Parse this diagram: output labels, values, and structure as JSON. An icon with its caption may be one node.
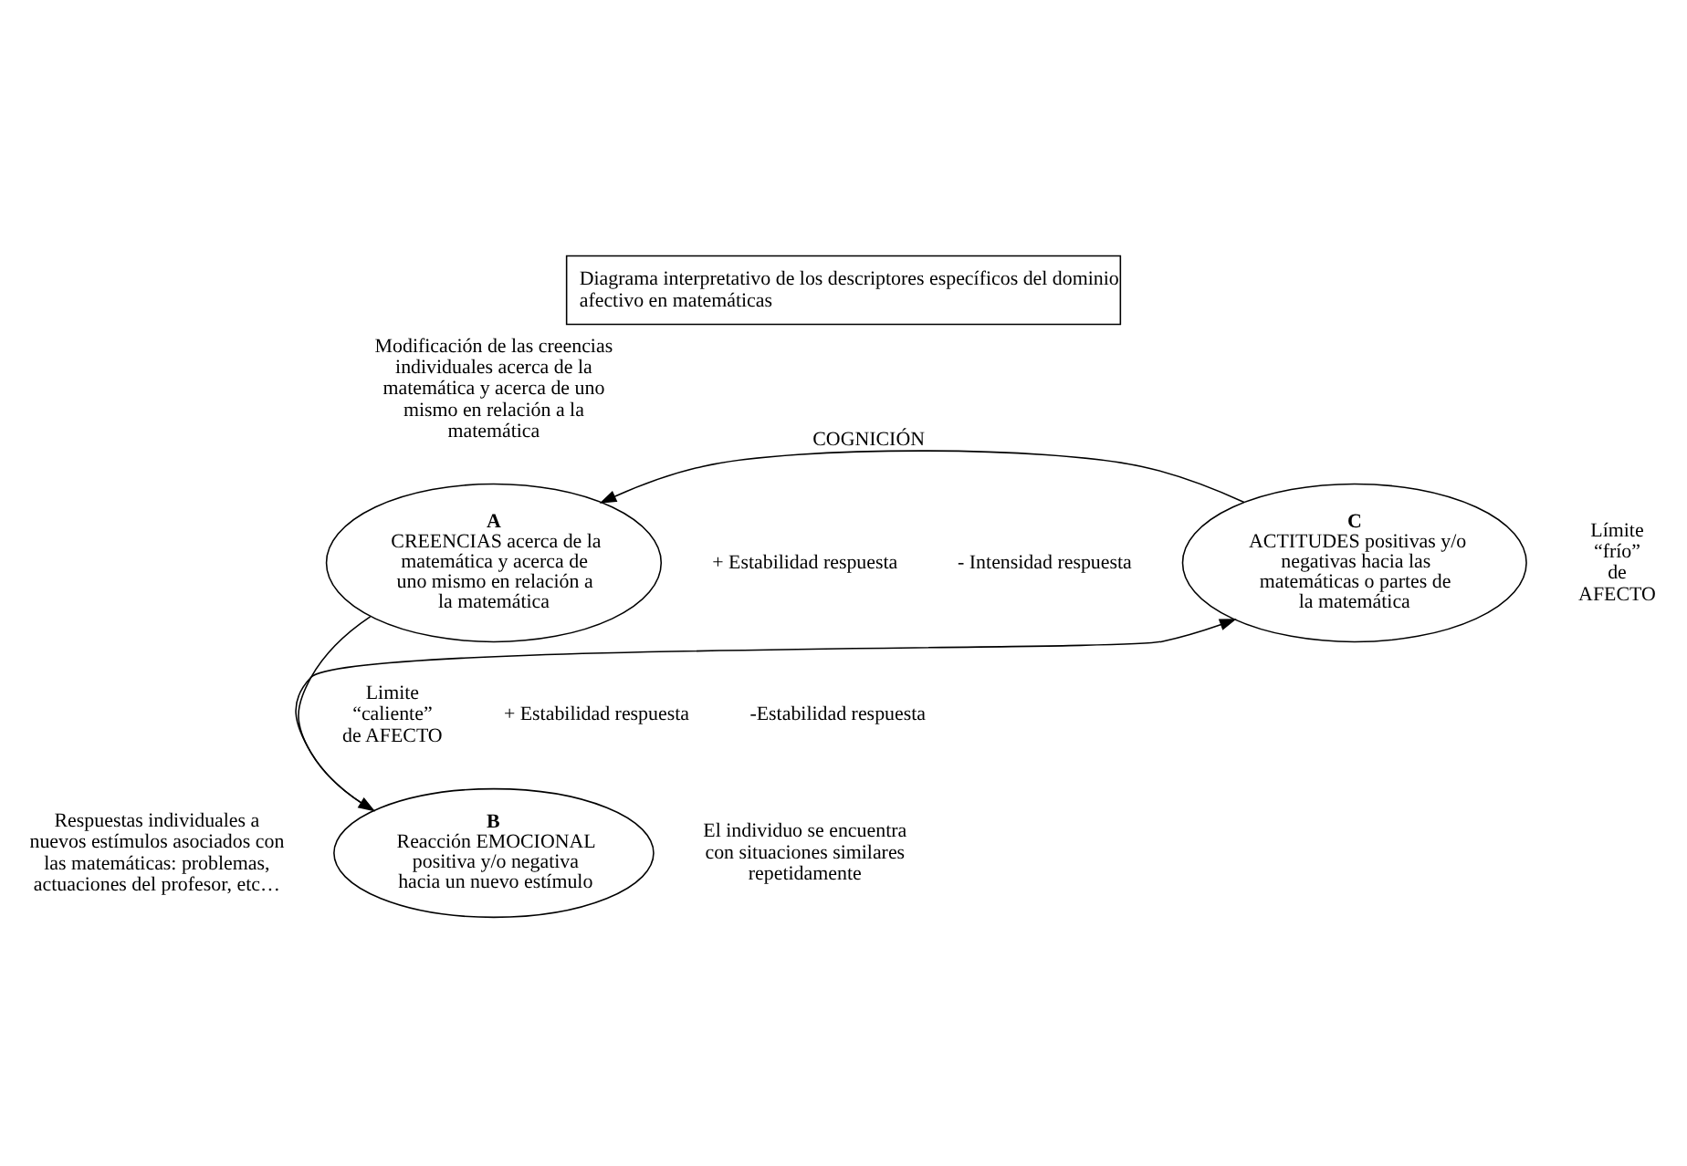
{
  "diagram": {
    "title": "Diagrama interpretativo de los descriptores específicos del dominio afectivo en matemáticas",
    "nodes": [
      {
        "text": [
          "A",
          "CREENCIAS acerca de la matemática y acerca de uno mismo en relación a la matemática"
        ]
      },
      {
        "text": [
          "C",
          "ACTITUDES positivas y/o negativas hacia las matemáticas o partes de la matemática"
        ]
      },
      {
        "text": [
          "B",
          "Reacción EMOCIONAL positiva y/o negativa hacia un nuevo estímulo"
        ]
      }
    ],
    "edges": [
      {
        "from": 1,
        "to": 0,
        "arrow": "to",
        "label": "COGNICIÓN"
      },
      {
        "from": 0,
        "to": 2,
        "arrow": "to"
      },
      {
        "from": 2,
        "to": 1,
        "arrow": "to"
      }
    ],
    "labels": [
      "Modificación de las creencias individuales acerca de la matemática y acerca de uno mismo en relación a la matemática",
      "+ Estabilidad respuesta",
      "- Intensidad respuesta",
      "Límite “frío” de AFECTO",
      "Limite “caliente” de AFECTO",
      "+ Estabilidad respuesta",
      "-Estabilidad respuesta",
      "Respuestas individuales a nuevos estímulos asociados con las matemáticas: problemas, actuaciones del profesor, etc…",
      "El individuo se encuentra con situaciones similares repetidamente"
    ]
  }
}
